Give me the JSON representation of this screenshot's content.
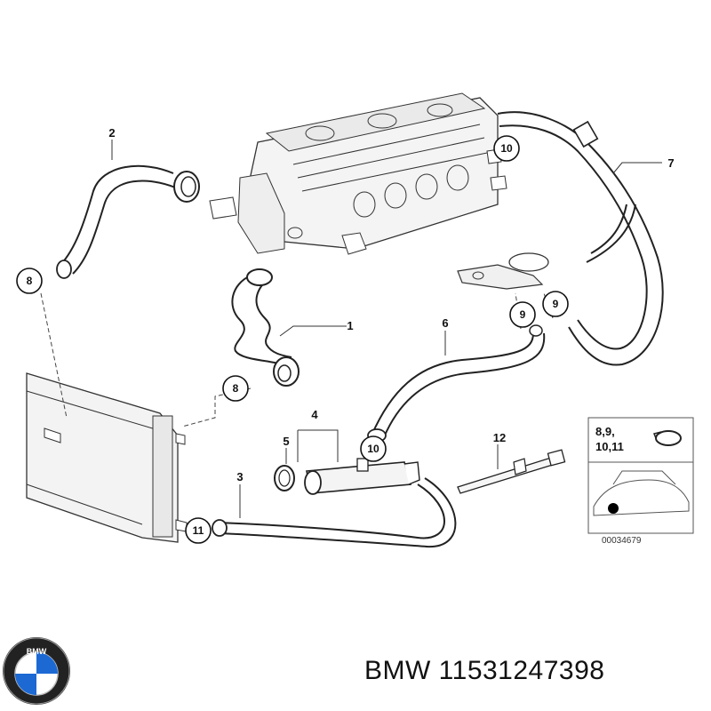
{
  "diagram": {
    "part_labels": [
      "1",
      "2",
      "3",
      "4",
      "5",
      "6",
      "7",
      "12"
    ],
    "callouts": [
      "8",
      "8",
      "9",
      "9",
      "10",
      "10",
      "11"
    ],
    "inset": {
      "line1": "8,9,",
      "line2": "10,11"
    },
    "diagram_id": "00034679"
  },
  "brand": {
    "name": "BMW",
    "part_number": "11531247398",
    "logo_letters": "BMW",
    "logo_colors": {
      "blue": "#1c69d4",
      "white": "#ffffff",
      "ring": "#222222"
    }
  }
}
